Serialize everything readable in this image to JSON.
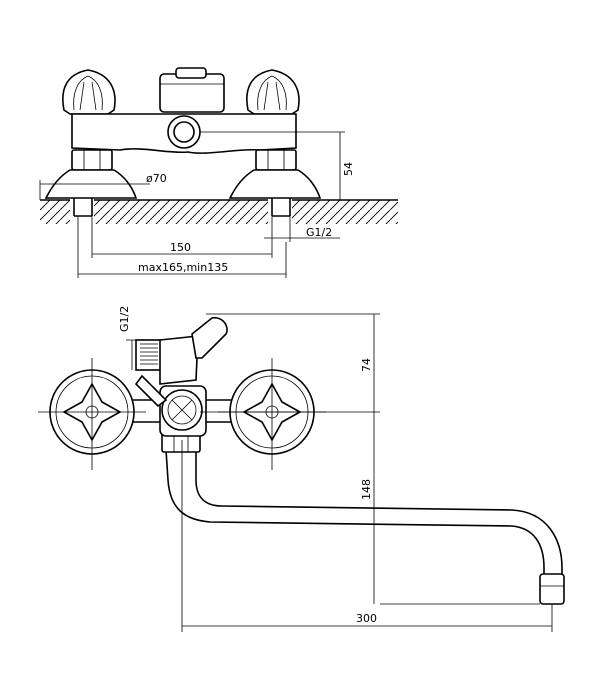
{
  "top_view": {
    "dim_diameter": "ø70",
    "dim_height": "54",
    "dim_thread": "G1/2",
    "dim_center_distance": "150",
    "dim_range": "max165,min135"
  },
  "front_view": {
    "dim_thread": "G1/2",
    "dim_top_height": "74",
    "dim_spout_drop": "148",
    "dim_spout_length": "300"
  }
}
